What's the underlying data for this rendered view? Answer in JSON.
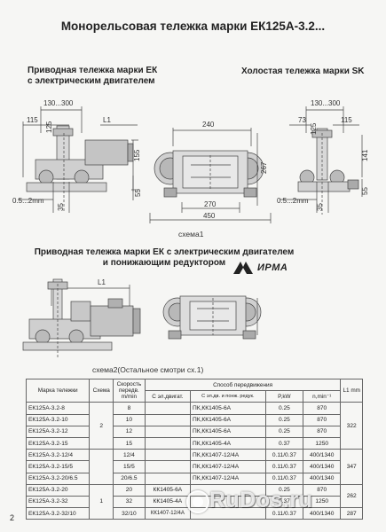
{
  "title": "Монорельсовая тележка марки ЕК125А-3.2...",
  "sections": {
    "driven": {
      "heading_line1": "Приводная тележка марки ЕК",
      "heading_line2": "с электрическим двигателем"
    },
    "idle": {
      "heading": "Холостая тележка марки SK"
    },
    "reducer": {
      "heading_line1": "Приводная тележка марки ЕК с электрическим двигателем",
      "heading_line2": "и понижающим редуктором"
    }
  },
  "dimensions": {
    "d130_300": "130...300",
    "d115": "115",
    "L1": "L1",
    "d155": "155",
    "d125": "125",
    "d35": "35",
    "d55": "55",
    "d05_2": "0.5...2mm",
    "d240": "240",
    "d267": "267",
    "d270": "270",
    "d450": "450",
    "d73": "73",
    "d141": "141"
  },
  "captions": {
    "scheme1": "схема1",
    "scheme2": "схема2(Остальное смотри сх.1)"
  },
  "logo": {
    "text": "ИРМА"
  },
  "table": {
    "headers": {
      "model": "Марка тележки",
      "scheme": "Схема",
      "speed": "Скорость передв. m/min",
      "drive_method": "Способ передвижения",
      "l1": "L1 mm",
      "with_motor": "С эл.двигат.",
      "with_motor_reducer": "С эл.дв. и понж. редук.",
      "power": "P,kW",
      "rpm": "n,min⁻¹"
    },
    "groups": [
      {
        "scheme": "2",
        "l1": "322"
      },
      {
        "scheme": "",
        "l1": "347"
      },
      {
        "scheme": "1",
        "l1": "262"
      },
      {
        "scheme": "",
        "l1": "287"
      }
    ],
    "rows": [
      {
        "model": "ЕК125А-3.2-8",
        "speed": "8",
        "motor": "",
        "motor_reducer": "ПК,КК1405-6А",
        "power": "0.25",
        "rpm": "870"
      },
      {
        "model": "ЕК125А-3.2-10",
        "speed": "10",
        "motor": "",
        "motor_reducer": "ПК,КК1405-6А",
        "power": "0.25",
        "rpm": "870"
      },
      {
        "model": "ЕК125А-3.2-12",
        "speed": "12",
        "motor": "",
        "motor_reducer": "ПК,КК1405-6А",
        "power": "0.25",
        "rpm": "870"
      },
      {
        "model": "ЕК125А-3.2-15",
        "speed": "15",
        "motor": "",
        "motor_reducer": "ПК,КК1405-4А",
        "power": "0.37",
        "rpm": "1250"
      },
      {
        "model": "ЕК125А-3.2-12/4",
        "speed": "12/4",
        "motor": "",
        "motor_reducer": "ПК,КК1407-12/4А",
        "power": "0.11/0.37",
        "rpm": "400/1340"
      },
      {
        "model": "ЕК125А-3.2-15/5",
        "speed": "15/5",
        "motor": "",
        "motor_reducer": "ПК,КК1407-12/4А",
        "power": "0.11/0.37",
        "rpm": "400/1340"
      },
      {
        "model": "ЕК125А-3.2-20/6.5",
        "speed": "20/6.5",
        "motor": "",
        "motor_reducer": "ПК,КК1407-12/4А",
        "power": "0.11/0.37",
        "rpm": "400/1340"
      },
      {
        "model": "ЕК125А-3.2-20",
        "speed": "20",
        "motor": "КК1405-6А",
        "motor_reducer": "",
        "power": "0.25",
        "rpm": "870"
      },
      {
        "model": "ЕК125А-3.2-32",
        "speed": "32",
        "motor": "КК1405-4А",
        "motor_reducer": "",
        "power": "0.37",
        "rpm": "1250"
      },
      {
        "model": "ЕК125А-3.2-32/10",
        "speed": "32/10",
        "motor": "КК1407-12/4А",
        "motor_reducer": "",
        "power": "0.11/0.37",
        "rpm": "400/1340"
      }
    ]
  },
  "page_number": "2",
  "watermark": "RuDos.ru"
}
